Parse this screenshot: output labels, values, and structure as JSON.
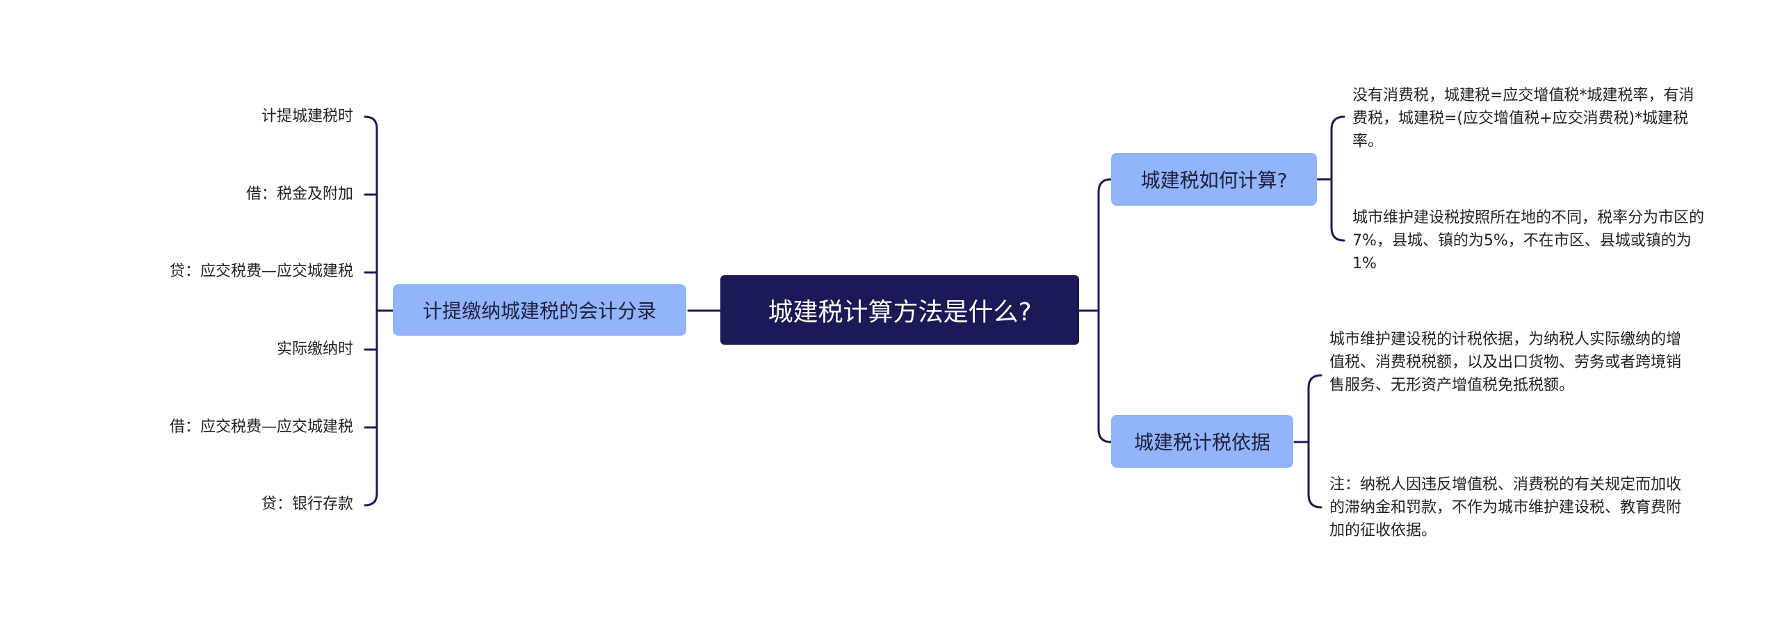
{
  "root": {
    "label": "城建税计算方法是什么?"
  },
  "left_branch": {
    "label": "计提缴纳城建税的会计分录",
    "items": [
      "计提城建税时",
      "借：税金及附加",
      "贷：应交税费—应交城建税",
      "实际缴纳时",
      "借：应交税费—应交城建税",
      "贷：银行存款"
    ]
  },
  "right_top": {
    "label": "城建税如何计算?",
    "items": [
      "没有消费税，城建税=应交增值税*城建税率，有消费税，城建税=(应交增值税+应交消费税)*城建税率。",
      "城市维护建设税按照所在地的不同，税率分为市区的7%，县城、镇的为5%，不在市区、县城或镇的为1%"
    ]
  },
  "right_bottom": {
    "label": "城建税计税依据",
    "items": [
      "城市维护建设税的计税依据，为纳税人实际缴纳的增值税、消费税税额，以及出口货物、劳务或者跨境销售服务、无形资产增值税免抵税额。",
      "注：纳税人因违反增值税、消费税的有关规定而加收的滞纳金和罚款，不作为城市维护建设税、教育费附加的征收依据。"
    ]
  },
  "colors": {
    "root_bg": "#1c1a56",
    "branch_bg": "#91b4fa",
    "line": "#1c1a56"
  }
}
